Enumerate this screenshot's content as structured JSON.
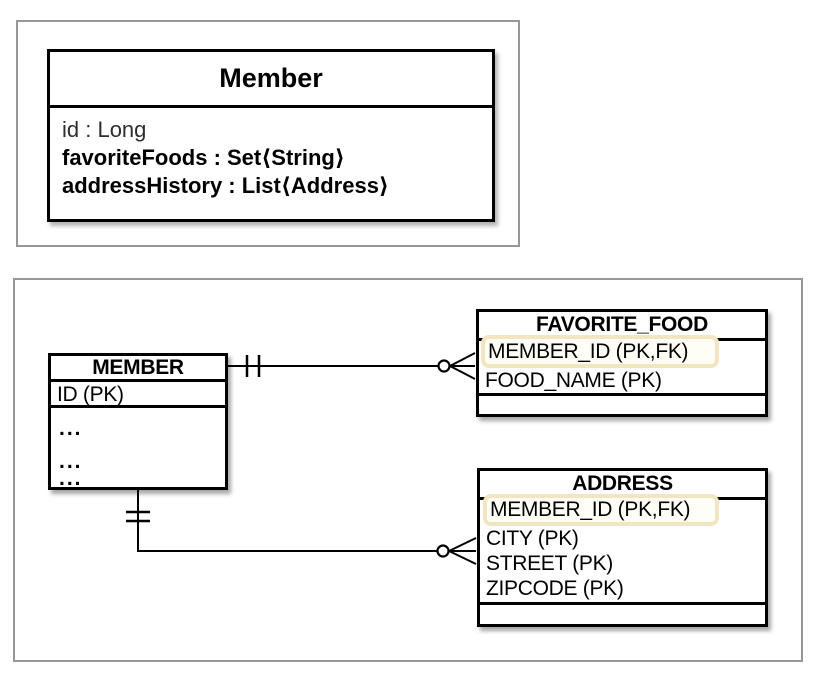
{
  "uml": {
    "class_name": "Member",
    "attributes": [
      "id : Long",
      "favoriteFoods : Set⟨String⟩",
      "addressHistory : List⟨Address⟩"
    ]
  },
  "er": {
    "member_table": {
      "title": "MEMBER",
      "pk_row": "ID (PK)",
      "ellipsis": [
        "...",
        "...",
        "..."
      ]
    },
    "favorite_food_table": {
      "title": "FAVORITE_FOOD",
      "fk_row": "MEMBER_ID (PK,FK)",
      "rows": [
        "FOOD_NAME (PK)"
      ]
    },
    "address_table": {
      "title": "ADDRESS",
      "fk_row": "MEMBER_ID (PK,FK)",
      "rows": [
        "CITY (PK)",
        "STREET (PK)",
        "ZIPCODE (PK)"
      ]
    }
  },
  "colors": {
    "highlight_border": "#f1e6c1",
    "highlight_fill": "#fffef6",
    "line": "#000000",
    "panel_border": "#979797"
  }
}
